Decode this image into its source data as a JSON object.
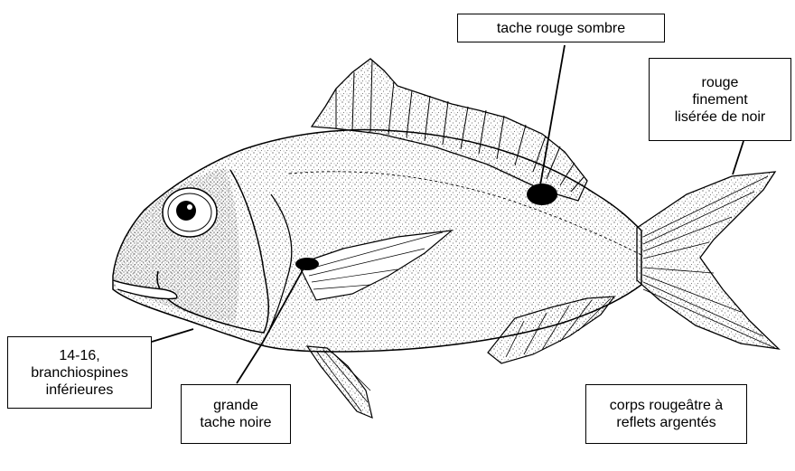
{
  "figure": {
    "callouts": [
      {
        "id": "dark-red-spot",
        "lines": [
          "tache rouge sombre"
        ]
      },
      {
        "id": "tail-edge",
        "lines": [
          "rouge",
          "finement",
          "lisérée de noir"
        ]
      },
      {
        "id": "gill-rakers",
        "lines": [
          "14-16,",
          "branchiospines",
          "inférieures"
        ]
      },
      {
        "id": "black-spot",
        "lines": [
          "grande",
          "tache noire"
        ]
      },
      {
        "id": "body-color",
        "lines": [
          "corps rougeâtre à",
          "reflets argentés"
        ]
      }
    ]
  },
  "colors": {
    "ink": "#000000",
    "background": "#ffffff",
    "stipple": "#3a3a3a"
  }
}
